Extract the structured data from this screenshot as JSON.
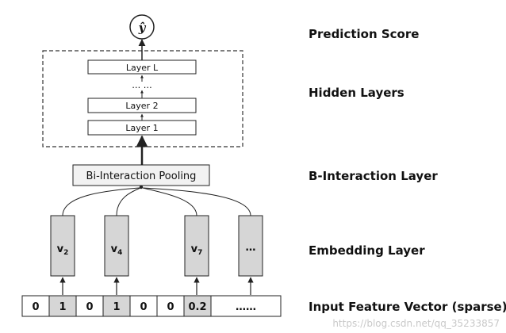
{
  "diagram": {
    "output_node": "ŷ",
    "hidden_layers": [
      "Layer L",
      "… …",
      "Layer 2",
      "Layer 1"
    ],
    "pooling": "Bi-Interaction Pooling",
    "embeddings": [
      {
        "base": "v",
        "sub": "2"
      },
      {
        "base": "v",
        "sub": "4"
      },
      {
        "base": "v",
        "sub": "7"
      },
      {
        "base": "…",
        "sub": ""
      }
    ],
    "feature_vector": [
      "0",
      "1",
      "0",
      "1",
      "0",
      "0",
      "0.2",
      "……"
    ],
    "highlighted_feature_cells": [
      1,
      3,
      6
    ],
    "side_labels": {
      "prediction": "Prediction Score",
      "hidden": "Hidden Layers",
      "interaction": "B-Interaction Layer",
      "embedding": "Embedding Layer",
      "input": "Input Feature Vector (sparse)"
    },
    "watermark": "https://blog.csdn.net/qq_35233857"
  },
  "colors": {
    "embedding_fill": "#d6d6d6",
    "highlight_cell": "#d6d6d6",
    "pooling_fill": "#f2f2f2",
    "stroke": "#222222"
  }
}
